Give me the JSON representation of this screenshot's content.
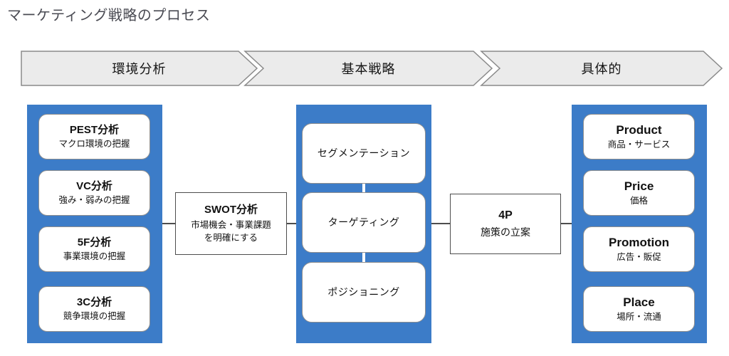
{
  "title": "マーケティング戦略のプロセス",
  "colors": {
    "column_blue": "#3C7CC8",
    "arrow_fill": "#EBEBEB",
    "arrow_border": "#8A8A8A",
    "card_border": "#8F8F8F",
    "connector_line": "#4d4d4d",
    "title_text": "#4A4B53"
  },
  "stages": [
    {
      "label": "環境分析"
    },
    {
      "label": "基本戦略"
    },
    {
      "label": "具体的"
    }
  ],
  "columns": [
    {
      "name": "environment-analysis",
      "items": [
        {
          "heading": "PEST分析",
          "sub": "マクロ環境の把握"
        },
        {
          "heading": "VC分析",
          "sub": "強み・弱みの把握"
        },
        {
          "heading": "5F分析",
          "sub": "事業環境の把握"
        },
        {
          "heading": "3C分析",
          "sub": "競争環境の把握"
        }
      ]
    },
    {
      "name": "basic-strategy",
      "items": [
        {
          "heading": "セグメンテーション"
        },
        {
          "heading": "ターゲティング"
        },
        {
          "heading": "ポジショニング"
        }
      ]
    },
    {
      "name": "concrete-measures",
      "items": [
        {
          "heading": "Product",
          "sub": "商品・サービス"
        },
        {
          "heading": "Price",
          "sub": "価格"
        },
        {
          "heading": "Promotion",
          "sub": "広告・販促"
        },
        {
          "heading": "Place",
          "sub": "場所・流通"
        }
      ]
    }
  ],
  "bridges": [
    {
      "heading": "SWOT分析",
      "sub": "市場機会・事業課題を明確にする"
    },
    {
      "heading": "4P",
      "sub": "施策の立案"
    }
  ]
}
